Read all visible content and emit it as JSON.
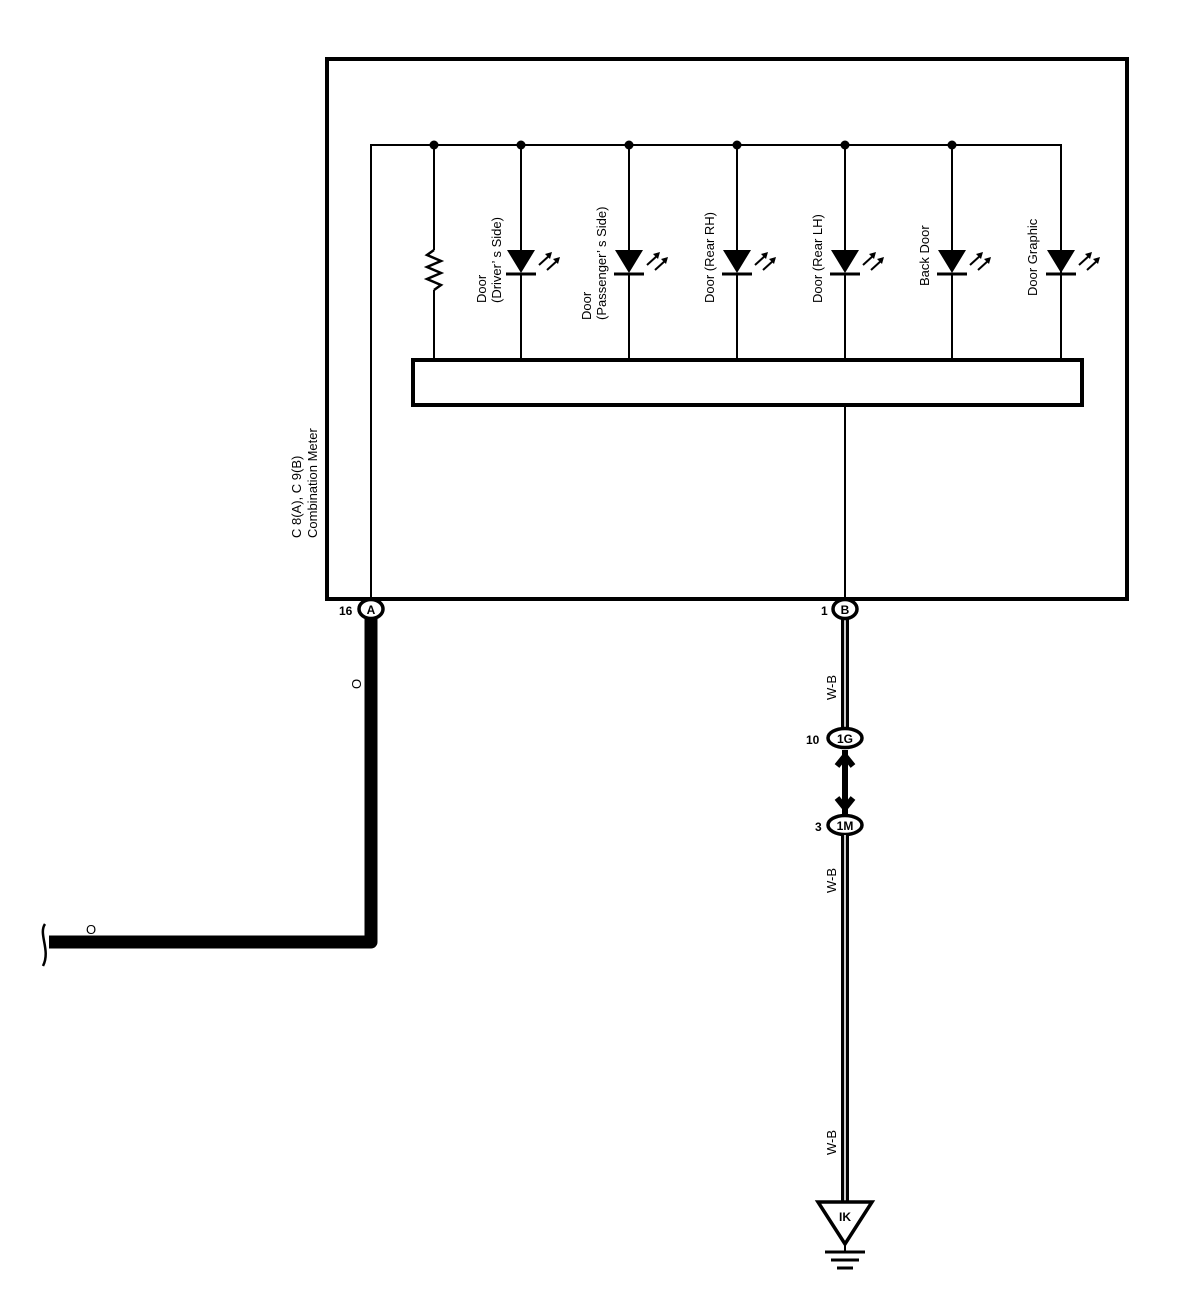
{
  "component": {
    "connectors": "C 8(A), C 9(B)",
    "name": "Combination Meter"
  },
  "indicators": [
    {
      "label_line1": "Door",
      "label_line2": "(Driver’ s Side)"
    },
    {
      "label_line1": "Door",
      "label_line2": "(Passenger’ s Side)"
    },
    {
      "label_line1": "Door (Rear RH)",
      "label_line2": ""
    },
    {
      "label_line1": "Door (Rear LH)",
      "label_line2": ""
    },
    {
      "label_line1": "Back Door",
      "label_line2": ""
    },
    {
      "label_line1": "Door Graphic",
      "label_line2": ""
    }
  ],
  "terminals": {
    "a": {
      "pin": "16",
      "letter": "A"
    },
    "b": {
      "pin": "1",
      "letter": "B"
    },
    "g": {
      "pin": "10",
      "letter": "1G"
    },
    "m": {
      "pin": "3",
      "letter": "1M"
    },
    "ground": {
      "letter": "IK"
    }
  },
  "wires": {
    "left_color": "O",
    "left_end_color": "O",
    "right_color_1": "W-B",
    "right_color_2": "W-B",
    "right_color_3": "W-B"
  }
}
